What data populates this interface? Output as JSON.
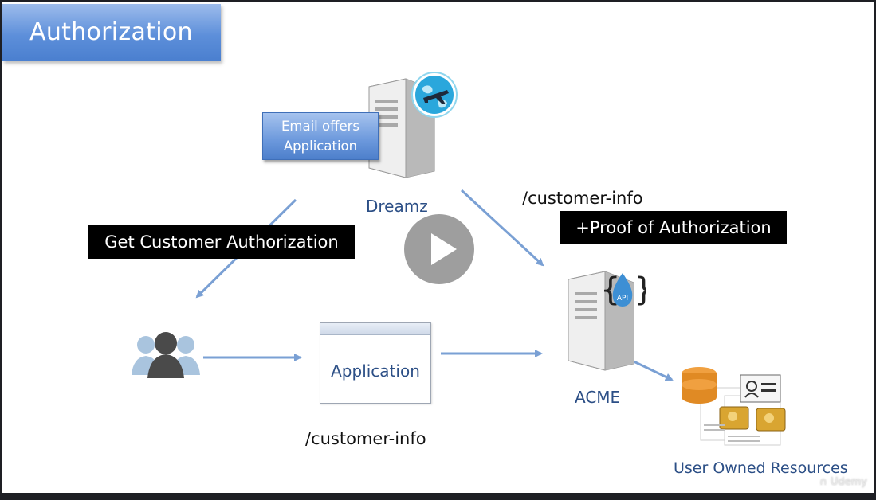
{
  "slide": {
    "title": "Authorization",
    "email_box": [
      "Email offers",
      "Application"
    ],
    "dreamz_label": "Dreamz",
    "top_path": "/customer-info",
    "proof_band": "+Proof of Authorization",
    "get_auth_band": "Get Customer Authorization",
    "application_label": "Application",
    "bottom_path": "/customer-info",
    "acme_label": "ACME",
    "api_label": "API",
    "resources_label": "User Owned Resources",
    "watermark": "Udemy"
  },
  "colors": {
    "arrow": "#7aa0d4",
    "label_blue": "#2c4f86",
    "title_gradient_top": "#9dbcec",
    "title_gradient_bottom": "#4a7fcf"
  },
  "icons": [
    "server-icon",
    "airplane-globe-icon",
    "api-drop-icon",
    "users-icon",
    "browser-window-icon",
    "database-icon",
    "id-card-icon",
    "photo-icon",
    "play-icon",
    "udemy-logo-icon"
  ]
}
